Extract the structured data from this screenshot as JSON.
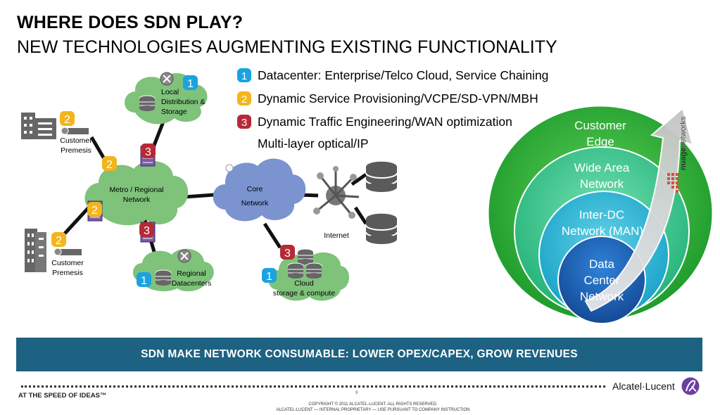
{
  "header": {
    "title": "WHERE DOES SDN PLAY?",
    "subtitle": "NEW TECHNOLOGIES AUGMENTING EXISTING FUNCTIONALITY"
  },
  "legend": [
    {
      "num": "1",
      "text": "Datacenter: Enterprise/Telco Cloud, Service Chaining",
      "color": "#1aa3e0"
    },
    {
      "num": "2",
      "text": "Dynamic Service Provisioning/VCPE/SD-VPN/MBH",
      "color": "#f2b51c"
    },
    {
      "num": "3",
      "text": "Dynamic Traffic Engineering/WAN optimization",
      "color": "#b52a36"
    }
  ],
  "legend_extra": "Multi-layer optical/IP",
  "network": {
    "local": [
      "Local",
      "Distribution &",
      "Storage"
    ],
    "customer_top": [
      "Customer",
      "Premesis"
    ],
    "customer_bottom": [
      "Customer",
      "Premesis"
    ],
    "metro": [
      "Metro / Regional",
      "Network"
    ],
    "core": [
      "Core",
      "Network"
    ],
    "internet": "Internet",
    "regional": [
      "Regional",
      "Datacenters"
    ],
    "cloud": [
      "Cloud",
      "storage & compute"
    ]
  },
  "badges": {
    "one": "1",
    "two": "2",
    "three": "3"
  },
  "rings": {
    "outer": [
      "Customer",
      "Edge"
    ],
    "second": [
      "Wide Area",
      "Network"
    ],
    "third": [
      "Inter-DC",
      "Network (MAN)"
    ],
    "inner": [
      "Data",
      "Center",
      "Network"
    ]
  },
  "arrow_logo": {
    "prefix": "nuage",
    "suffix": "networks"
  },
  "banner": "SDN MAKE NETWORK CONSUMABLE: LOWER OPEX/CAPEX, GROW REVENUES",
  "footer": {
    "tagline": "AT THE SPEED OF IDEAS™",
    "page": "9",
    "copyright1": "COPYRIGHT © 2011 ALCATEL-LUCENT.  ALL RIGHTS RESERVED.",
    "copyright2": "ALCATEL-LUCENT — INTERNAL PROPRIETARY —  USE PURSUANT TO COMPANY INSTRUCTION",
    "logo": "Alcatel·Lucent"
  },
  "colors": {
    "banner": "#1d6282",
    "cloud_green": "#7fc27a",
    "core_blue": "#7b93cf",
    "ring_outer": "#2fae3c",
    "ring_inner": "#1a5fb4"
  }
}
